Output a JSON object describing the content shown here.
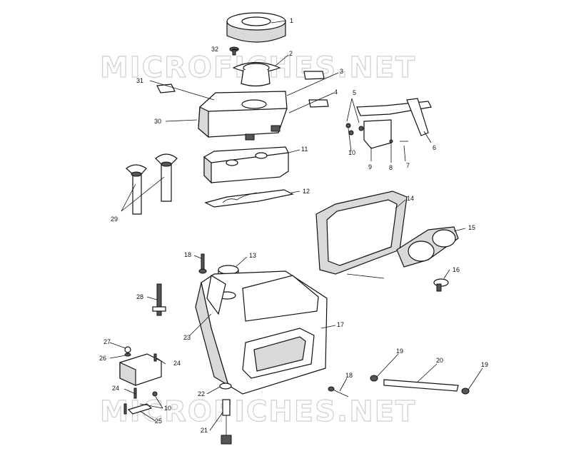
{
  "watermark": "MICROFICHES.NET",
  "callouts": [
    "1",
    "2",
    "3",
    "4",
    "5",
    "6",
    "7",
    "8",
    "9",
    "10",
    "11",
    "12",
    "13",
    "14",
    "15",
    "16",
    "17",
    "18",
    "19",
    "20",
    "21",
    "22",
    "23",
    "24",
    "25",
    "26",
    "27",
    "28",
    "29",
    "30",
    "31",
    "32"
  ]
}
